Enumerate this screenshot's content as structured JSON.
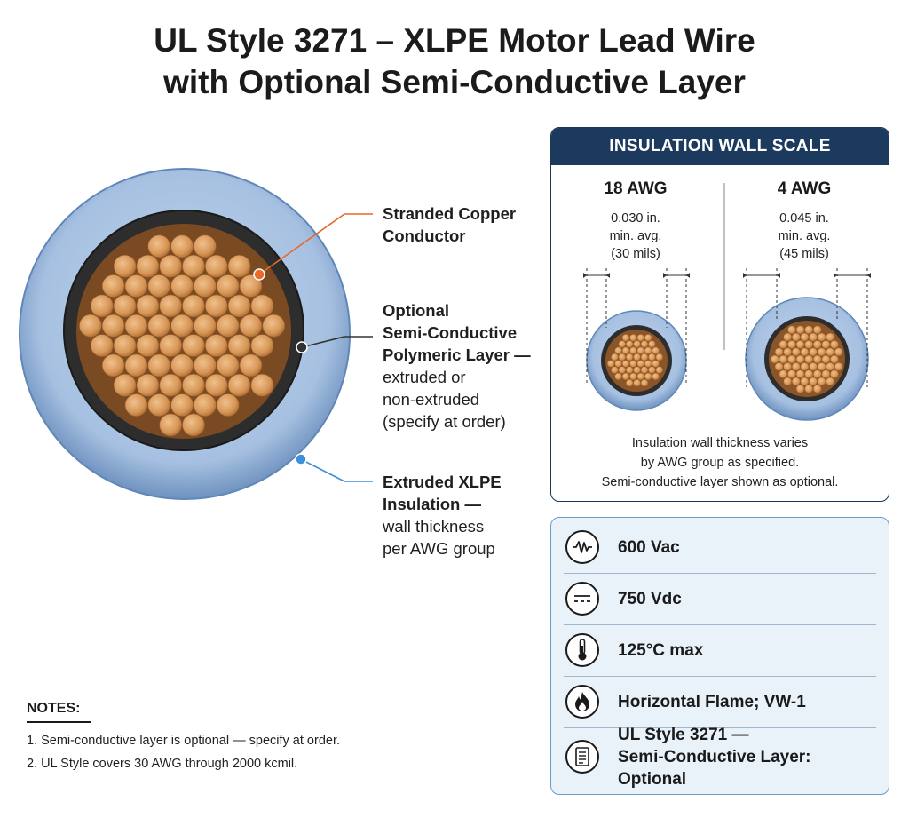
{
  "title": {
    "line1": "UL Style 3271 – XLPE Motor Lead Wire",
    "line2": "with Optional Semi-Conductive Layer"
  },
  "callouts": {
    "conductor": {
      "bold1": "Stranded Copper",
      "bold2": "Conductor"
    },
    "semicon": {
      "bold1": "Optional",
      "bold2": "Semi-Conductive",
      "bold3": "Polymeric Layer —",
      "line1": "extruded or",
      "line2": "non-extruded",
      "line3": "(specify at order)"
    },
    "insulation": {
      "bold1": "Extruded XLPE",
      "bold2": "Insulation —",
      "line1": "wall thickness",
      "line2": "per AWG group"
    }
  },
  "scale": {
    "header": "INSULATION WALL SCALE",
    "left": {
      "awg": "18 AWG",
      "thickness": "0.030 in.",
      "basis": "min. avg.",
      "mils": "(30 mils)"
    },
    "right": {
      "awg": "4 AWG",
      "thickness": "0.045 in.",
      "basis": "min. avg.",
      "mils": "(45 mils)"
    },
    "note1": "Insulation wall thickness varies",
    "note2": "by AWG group as specified.",
    "note3": "Semi-conductive layer shown as optional."
  },
  "specs": [
    {
      "icon": "ac-wave-icon",
      "label": "600 Vac"
    },
    {
      "icon": "dc-symbol-icon",
      "label": "750 Vdc"
    },
    {
      "icon": "thermometer-icon",
      "label": "125°C max"
    },
    {
      "icon": "flame-icon",
      "label": "Horizontal Flame; VW-1"
    },
    {
      "icon": "document-icon",
      "label1": "UL Style 3271 —",
      "label2": "Semi-Conductive Layer: Optional"
    }
  ],
  "notes": {
    "heading": "NOTES:",
    "items": [
      "1.  Semi-conductive layer is optional — specify at order.",
      "2.  UL Style covers 30 AWG through 2000 kcmil."
    ]
  },
  "colors": {
    "insulation": "#a9c3e3",
    "semicon": "#2b2b2b",
    "copper": "#d99a5e",
    "header": "#1c3a5e",
    "callout_conductor": "#e8692a",
    "callout_semicon": "#333333",
    "callout_insulation": "#3f8fd9",
    "spec_panel": "#e9f1f9"
  }
}
